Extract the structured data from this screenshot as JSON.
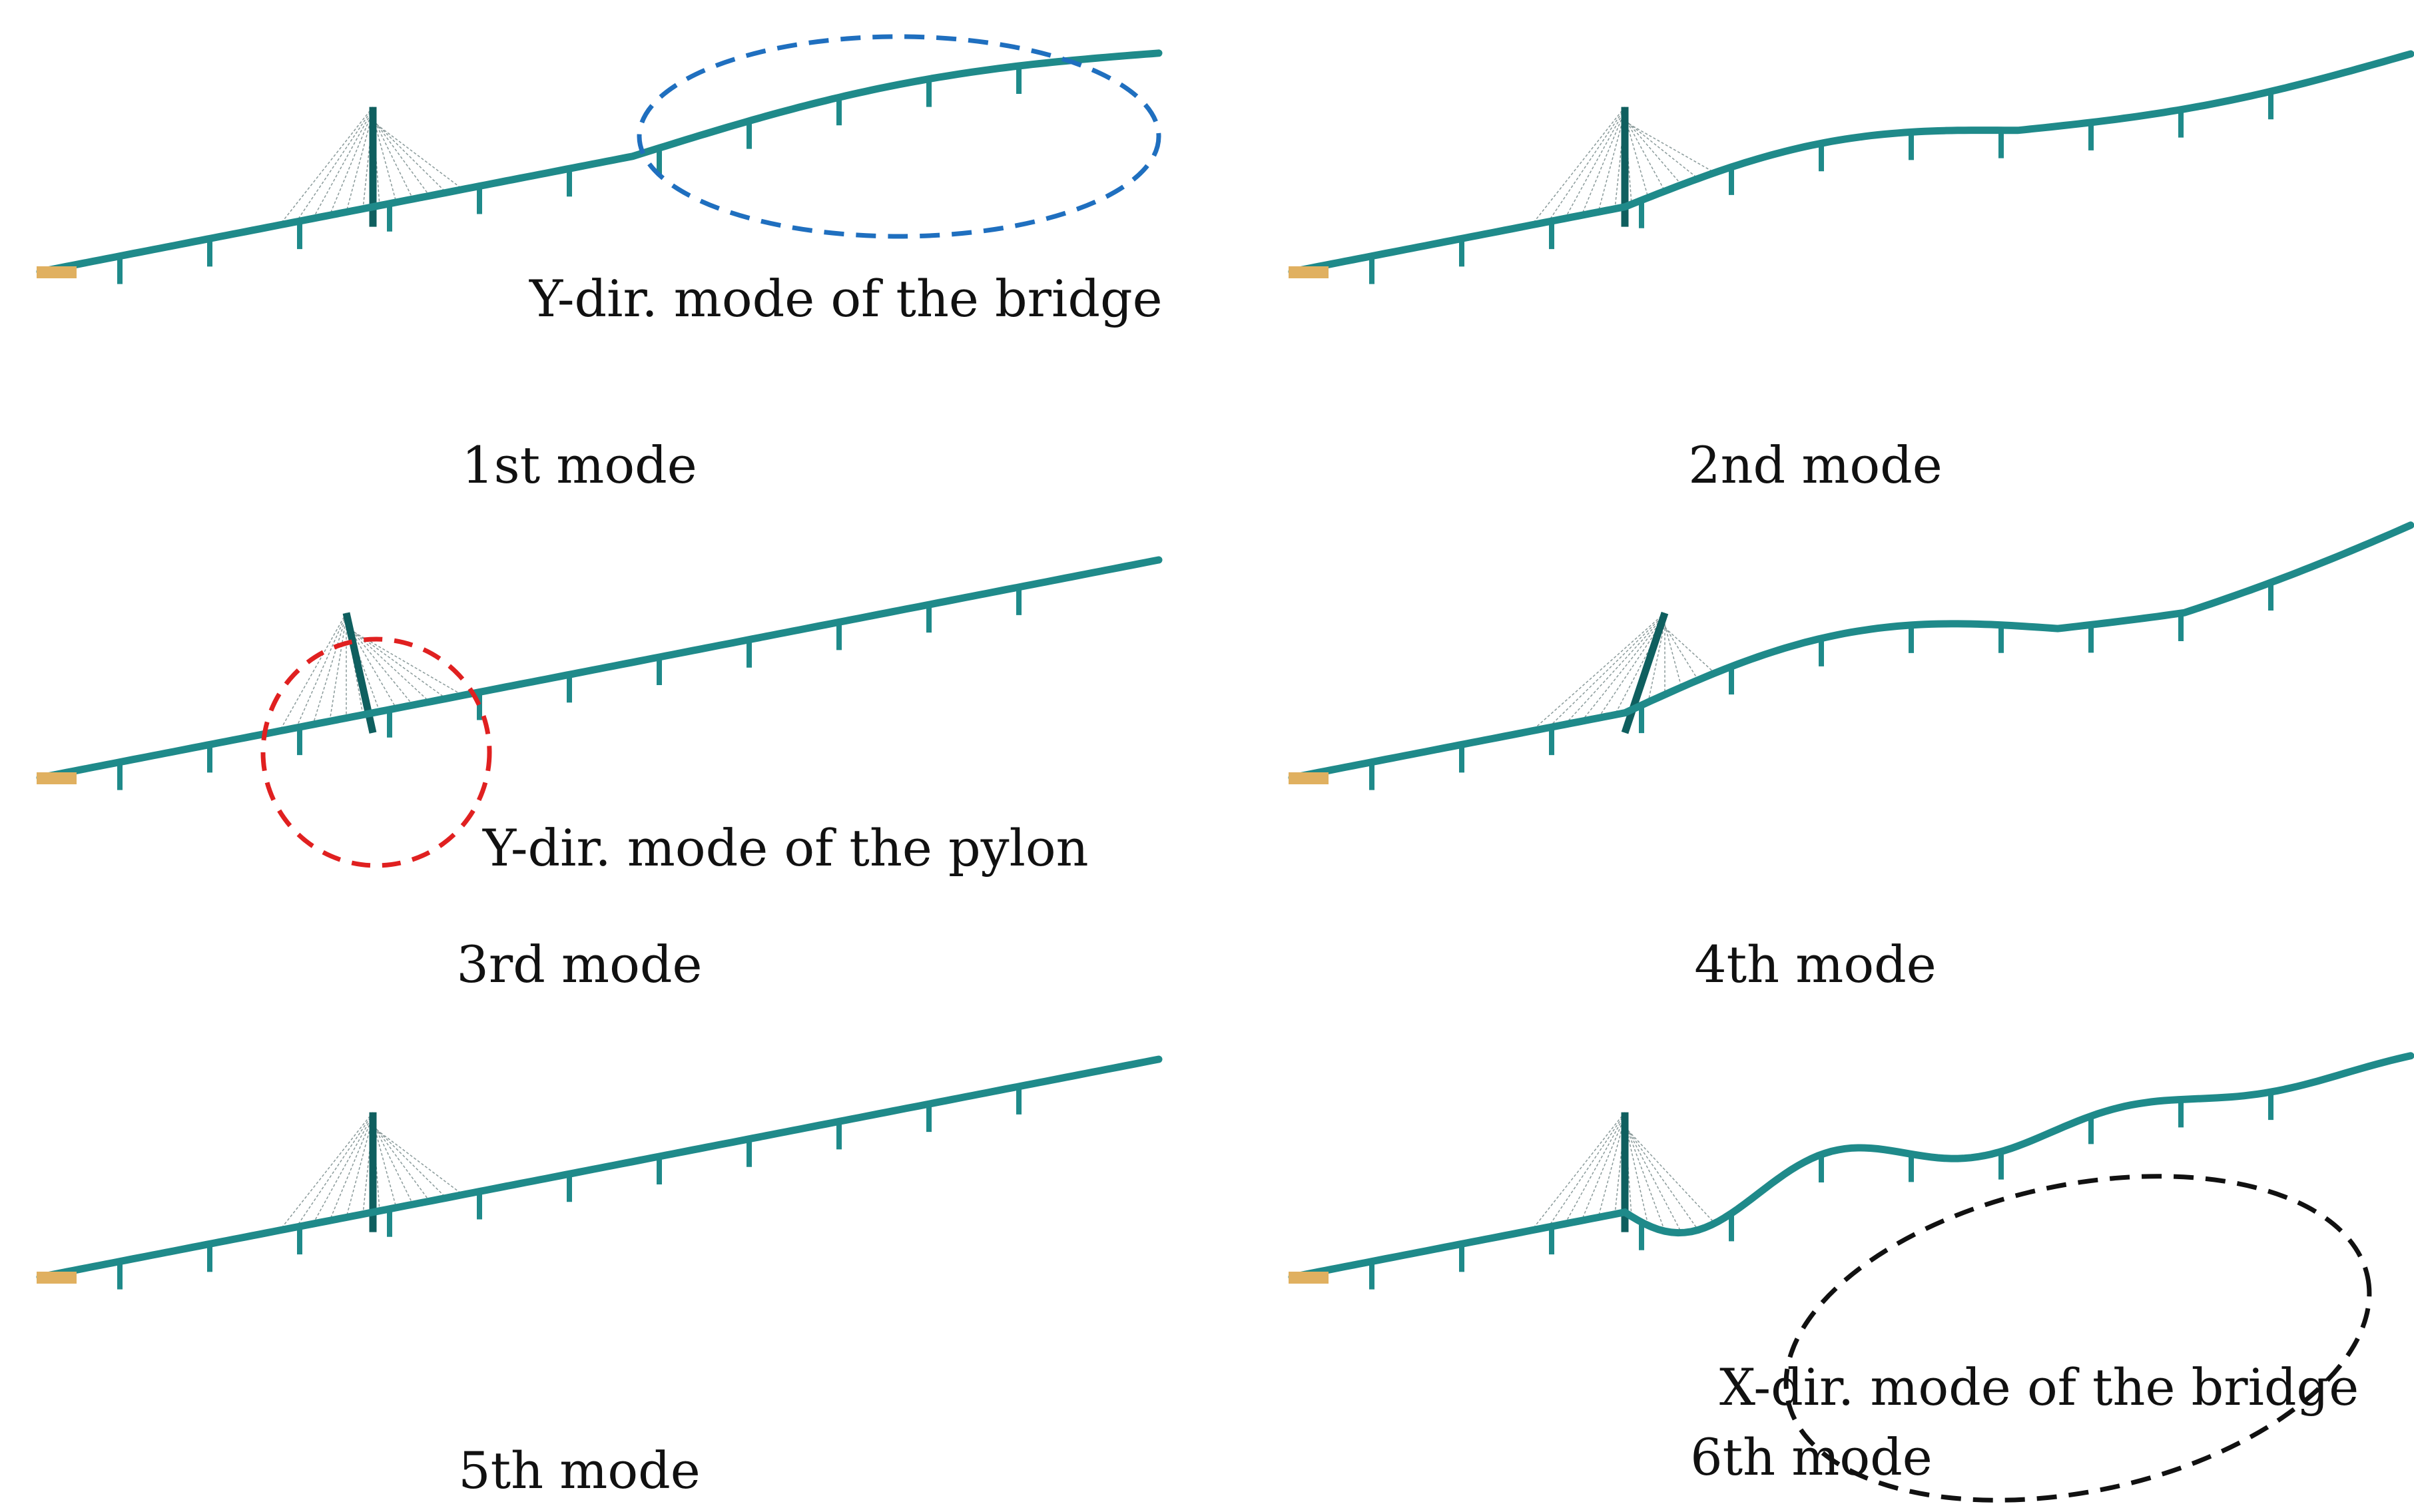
{
  "colors": {
    "background": "#ffffff",
    "deck": "#1f8a8a",
    "deck_dark": "#0f5f5f",
    "cables": "#8a9a9a",
    "abutment": "#e0b060",
    "text": "#111111",
    "ellipse_bridge_y": "#1f6fbf",
    "circle_pylon_y": "#e02020",
    "ellipse_bridge_x": "#111111"
  },
  "panels": [
    {
      "caption": "1st mode",
      "deformation": "y-bridge",
      "annotation": {
        "label": "Y-dir. mode of the bridge",
        "color_key": "ellipse_bridge_y",
        "shape": "ellipse"
      }
    },
    {
      "caption": "2nd mode",
      "deformation": "wave-small"
    },
    {
      "caption": "3rd mode",
      "deformation": "y-pylon",
      "annotation": {
        "label": "Y-dir. mode of the pylon",
        "color_key": "circle_pylon_y",
        "shape": "circle"
      }
    },
    {
      "caption": "4th mode",
      "deformation": "wave-large"
    },
    {
      "caption": "5th mode",
      "deformation": "straight"
    },
    {
      "caption": "6th mode",
      "deformation": "x-bridge",
      "annotation": {
        "label": "X-dir. mode of the bridge",
        "color_key": "ellipse_bridge_x",
        "shape": "ellipse"
      }
    }
  ]
}
